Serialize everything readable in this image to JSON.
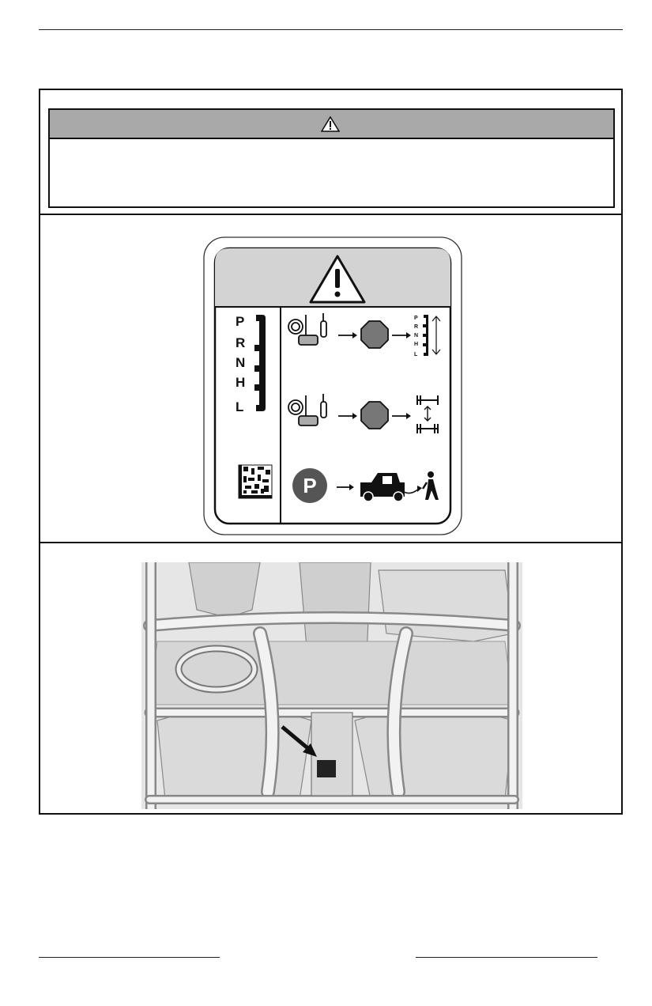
{
  "page": {
    "header_rule": true,
    "footer_left_rule": true,
    "footer_right_rule": true
  },
  "warning": {
    "signal_word": "",
    "message": ""
  },
  "label": {
    "gear_positions": [
      "P",
      "R",
      "N",
      "H",
      "L"
    ],
    "mini_gear_positions": [
      "P",
      "R",
      "N",
      "H",
      "L"
    ],
    "park_symbol": "P",
    "header_icon": "warning-triangle-icon",
    "rows": [
      {
        "icons": [
          "brake-pedal-icon",
          "stop-sign-icon",
          "gear-shift-icon"
        ]
      },
      {
        "icons": [
          "brake-pedal-icon",
          "stop-sign-icon",
          "drive-mode-icon"
        ]
      },
      {
        "icons": [
          "park-icon",
          "vehicle-icon",
          "person-walking-icon"
        ]
      }
    ]
  },
  "photo": {
    "description_icon": "vehicle-frame-illustration",
    "pointer": "arrow-pointing-to-label"
  }
}
